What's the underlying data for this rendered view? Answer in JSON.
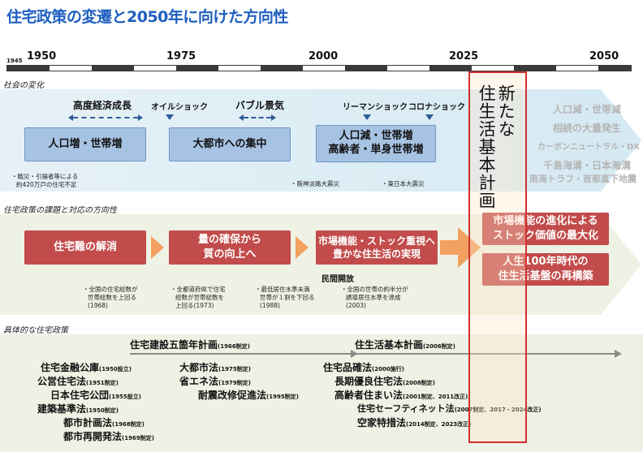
{
  "title": "住宅政策の変遷と2050年に向けた方向性",
  "timeline": {
    "start_small": "1945",
    "years": [
      "1950",
      "1975",
      "2000",
      "2025",
      "2050"
    ]
  },
  "sections": {
    "society": "社会の変化",
    "issues": "住宅政策の課題と対応の方向性",
    "policies": "具体的な住宅政策"
  },
  "society": {
    "boxes": [
      "人口増・世帯増",
      "大都市への集中",
      "人口減・世帯増",
      "高齢者・単身世帯増"
    ],
    "events": {
      "high_growth": "高度経済成長",
      "oil_shock": "オイルショック",
      "bubble": "バブル景気",
      "lehman": "リーマンショック",
      "corona": "コロナショック"
    },
    "notes": {
      "war_1": "・戦災・引揚者等による",
      "war_2": "約420万戸の住宅不足",
      "hanshin": "・阪神淡路大震災",
      "tohoku": "・東日本大震災"
    },
    "future": [
      "人口減・世帯減",
      "相続の大量発生",
      "カーボンニュートラル・DX",
      "千島海溝・日本海溝",
      "南海トラフ・首都直下地震"
    ]
  },
  "plan": {
    "line1": "新たな",
    "line2": "住生活基本計画"
  },
  "issues": {
    "boxes": [
      "住宅難の解消",
      "量の確保から",
      "質の向上へ",
      "市場機能・ストック重視へ",
      "豊かな住生活の実現"
    ],
    "future_boxes": [
      "市場機能の進化による",
      "ストック価値の最大化",
      "人生100年時代の",
      "住生活基盤の再構築"
    ],
    "private_open": "民間開放",
    "notes": [
      [
        "・全国の住宅総数が",
        "世帯総数を上回る",
        "(1968)"
      ],
      [
        "・全都道府県で住宅",
        "総数が世帯総数を",
        "上回る(1973)"
      ],
      [
        "・最低居住水準未満",
        "世帯が１割を下回る",
        "(1988)"
      ],
      [
        "・全国の世帯の約半分が",
        "誘導居住水準を達成",
        "(2003)"
      ]
    ]
  },
  "policies": {
    "plan_5yr": {
      "name": "住宅建設五箇年計画",
      "note": "(1966制定)"
    },
    "basic_plan": {
      "name": "住生活基本計画",
      "note": "(2006制定)"
    },
    "laws": [
      {
        "name": "住宅金融公庫",
        "note": "(1950設立)"
      },
      {
        "name": "公営住宅法",
        "note": "(1951制定)"
      },
      {
        "name": "日本住宅公団",
        "note": "(1955設立)"
      },
      {
        "name": "建築基準法",
        "note": "(1950制定)"
      },
      {
        "name": "都市計画法",
        "note": "(1968制定)"
      },
      {
        "name": "都市再開発法",
        "note": "(1969制定)"
      },
      {
        "name": "大都市法",
        "note": "(1975制定)"
      },
      {
        "name": "省エネ法",
        "note": "(1979制定)"
      },
      {
        "name": "耐震改修促進法",
        "note": "(1995制定)"
      },
      {
        "name": "住宅品確法",
        "note": "(2000施行)"
      },
      {
        "name": "長期優良住宅法",
        "note": "(2008制定)"
      },
      {
        "name": "高齢者住まい法",
        "note": "(2001制定、2011改正)"
      },
      {
        "name": "住宅セーフティネット法",
        "note": "(2007制定、2017・2024改正)"
      },
      {
        "name": "空家特措法",
        "note": "(2014制定、2023改正)"
      }
    ]
  },
  "colors": {
    "title": "#1f5fbf",
    "blue_box": "#a7c3e3",
    "red_box": "#c24b4b",
    "orange_arrow": "#f2a160",
    "plan_border": "#d0302e"
  }
}
